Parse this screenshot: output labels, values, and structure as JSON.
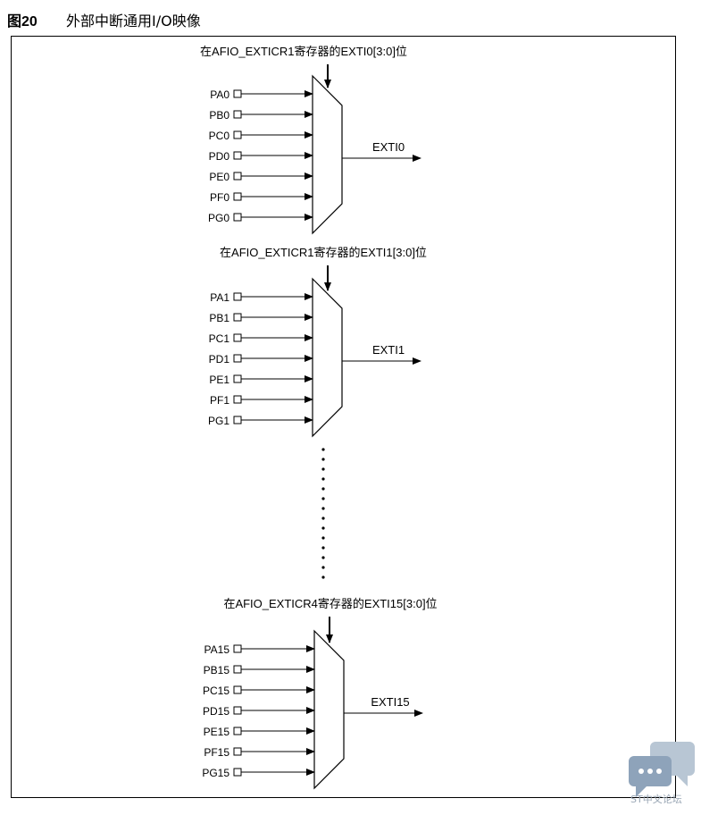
{
  "figure": {
    "number": "图20",
    "title": "外部中断通用I/O映像"
  },
  "muxes": [
    {
      "select_label": "在AFIO_EXTICR1寄存器的EXTI0[3:0]位",
      "inputs": [
        "PA0",
        "PB0",
        "PC0",
        "PD0",
        "PE0",
        "PF0",
        "PG0"
      ],
      "output": "EXTI0"
    },
    {
      "select_label": "在AFIO_EXTICR1寄存器的EXTI1[3:0]位",
      "inputs": [
        "PA1",
        "PB1",
        "PC1",
        "PD1",
        "PE1",
        "PF1",
        "PG1"
      ],
      "output": "EXTI1"
    },
    {
      "select_label": "在AFIO_EXTICR4寄存器的EXTI15[3:0]位",
      "inputs": [
        "PA15",
        "PB15",
        "PC15",
        "PD15",
        "PE15",
        "PF15",
        "PG15"
      ],
      "output": "EXTI15"
    }
  ],
  "watermark": {
    "icon": "chat-bubbles-icon",
    "text": "ST中文论坛",
    "colors": {
      "front": "#8ea3ba",
      "back": "#b8c6d4"
    }
  }
}
